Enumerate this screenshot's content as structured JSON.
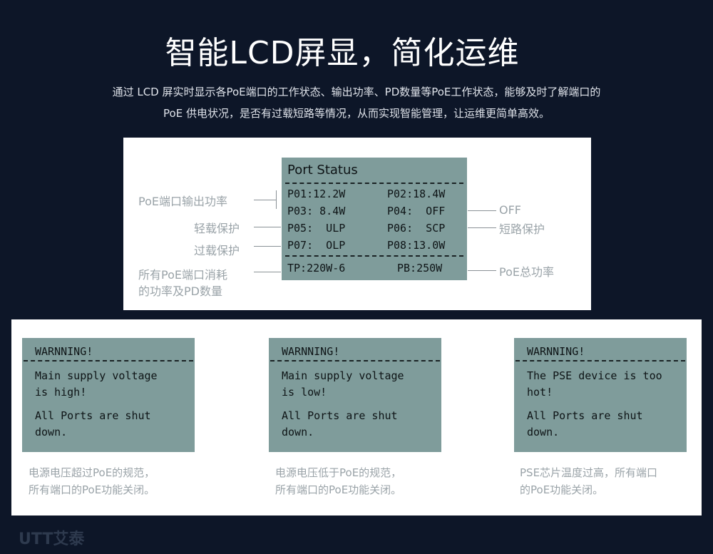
{
  "title": "智能LCD屏显，简化运维",
  "description": {
    "line1": "通过 LCD 屏实时显示各PoE端口的工作状态、输出功率、PD数量等PoE工作状态，能够及时了解端口的",
    "line2": "PoE 供电状况，是否有过载短路等情况，从而实现智能管理，让运维更简单高效。"
  },
  "port_status": {
    "header": "Port Status",
    "rows": [
      [
        "P01:12.2W",
        "P02:18.4W"
      ],
      [
        "P03: 8.4W",
        "P04:  OFF"
      ],
      [
        "P05:  ULP",
        "P06:  SCP"
      ],
      [
        "P07:  OLP",
        "P08:13.0W"
      ]
    ],
    "tp": "TP:220W-6",
    "pb": "PB:250W"
  },
  "annotations": {
    "left": [
      "PoE端口输出功率",
      "轻载保护",
      "过载保护",
      "所有PoE端口消耗",
      "的功率及PD数量"
    ],
    "right": [
      "OFF",
      "短路保护",
      "PoE总功率"
    ]
  },
  "warnings": [
    {
      "title": "WARNNING!",
      "lines": [
        "Main supply voltage",
        "is high!",
        "All Ports are shut",
        "down."
      ],
      "caption": [
        "电源电压超过PoE的规范，",
        "所有端口的PoE功能关闭。"
      ]
    },
    {
      "title": "WARNNING!",
      "lines": [
        "Main supply voltage",
        "is low!",
        "All Ports are shut",
        "down."
      ],
      "caption": [
        "电源电压低于PoE的规范，",
        "所有端口的PoE功能关闭。"
      ]
    },
    {
      "title": "WARNNING!",
      "lines": [
        "The PSE device is too",
        "hot!",
        "All Ports are shut",
        "down."
      ],
      "caption": [
        "PSE芯片温度过高，所有端口",
        "的PoE功能关闭。"
      ]
    }
  ],
  "brand": "UTT艾泰",
  "colors": {
    "background": "#0d1628",
    "lcd": "#7f9c9b",
    "annotation": "#9aa3a8"
  }
}
